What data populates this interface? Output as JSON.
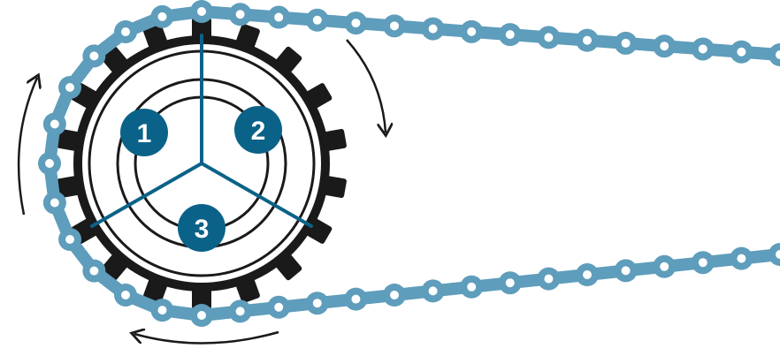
{
  "diagram": {
    "colors": {
      "chain": "#5e9dbb",
      "chain_dark": "#3f7f9f",
      "sprocket": "#1a1a1a",
      "accent": "#0b6288",
      "background": "#ffffff"
    },
    "segments": [
      {
        "label": "1",
        "color": "#0b6288"
      },
      {
        "label": "2",
        "color": "#0b6288"
      },
      {
        "label": "3",
        "color": "#0b6288"
      }
    ],
    "arrows": [
      {
        "name": "rotation-arrow-top-right",
        "icon": "curved-arrow-clockwise"
      },
      {
        "name": "rotation-arrow-left",
        "icon": "curved-arrow-up"
      },
      {
        "name": "rotation-arrow-bottom",
        "icon": "curved-arrow-left"
      }
    ]
  }
}
